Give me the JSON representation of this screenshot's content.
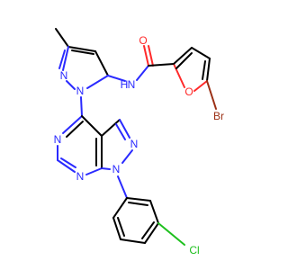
{
  "molecule": {
    "colors": {
      "carbon": "#000000",
      "nitrogen": "#2a2aff",
      "oxygen": "#ff2a2a",
      "bromine": "#9b2f14",
      "chlorine": "#1ec01e",
      "background": "#ffffff"
    },
    "labels": {
      "o_carbonyl": "O",
      "n_amide": "N",
      "h_amide": "H",
      "n_pyrazole_1": "N",
      "n_pyrazole_2": "N",
      "o_furan": "O",
      "br": "Br",
      "n_pyrimidine_1": "N",
      "n_pyrimidine_2": "N",
      "n_pyrazolo_1": "N",
      "n_pyrazolo_2": "N",
      "cl": "Cl"
    }
  }
}
